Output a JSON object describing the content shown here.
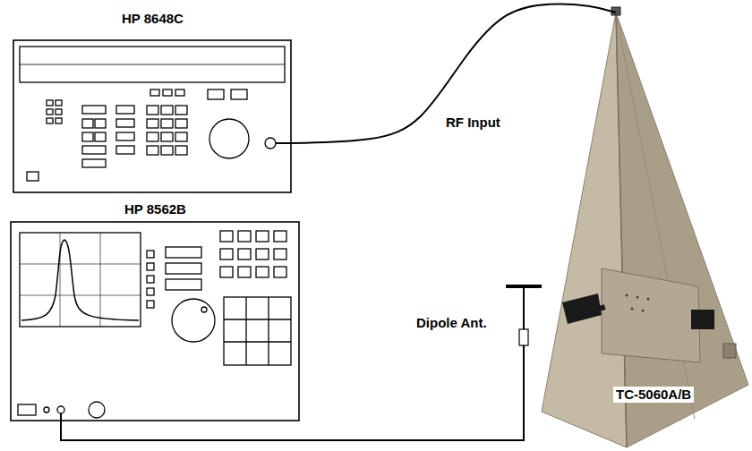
{
  "diagram": {
    "nodes": [
      {
        "text": [
          "HP 8648C"
        ]
      },
      {
        "text": [
          "TC-5060A/B"
        ]
      },
      {
        "text": [
          "HP 8562B"
        ]
      },
      {
        "text": [
          "Dipole Ant."
        ]
      }
    ],
    "edges": [
      {
        "from": 0,
        "to": 1,
        "arrow": "none"
      },
      {
        "from": 2,
        "to": 3,
        "arrow": "none"
      }
    ],
    "labels": [
      "RF Input"
    ]
  }
}
